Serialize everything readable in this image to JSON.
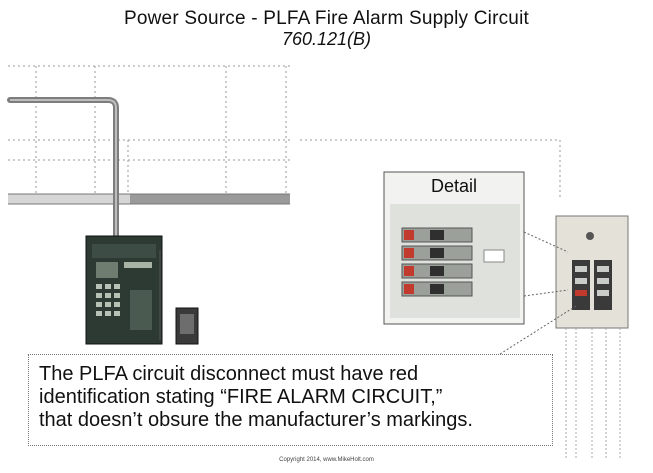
{
  "header": {
    "title": "Power Source - PLFA Fire Alarm Supply Circuit",
    "code_reference": "760.121(B)"
  },
  "detail_box": {
    "label": "Detail"
  },
  "callout": {
    "lines": [
      "The PLFA circuit disconnect must have red",
      "identification stating “FIRE ALARM CIRCUIT,”",
      "that doesn’t obsure the manufacturer’s markings."
    ]
  },
  "footer": {
    "copyright": "Copyright 2014, www.MikeHolt.com"
  },
  "colors": {
    "panel_dark": "#2d3a34",
    "breaker_gray": "#c9ccc8",
    "red_marking": "#c23a2e",
    "conduit": "#8a8a8a"
  }
}
